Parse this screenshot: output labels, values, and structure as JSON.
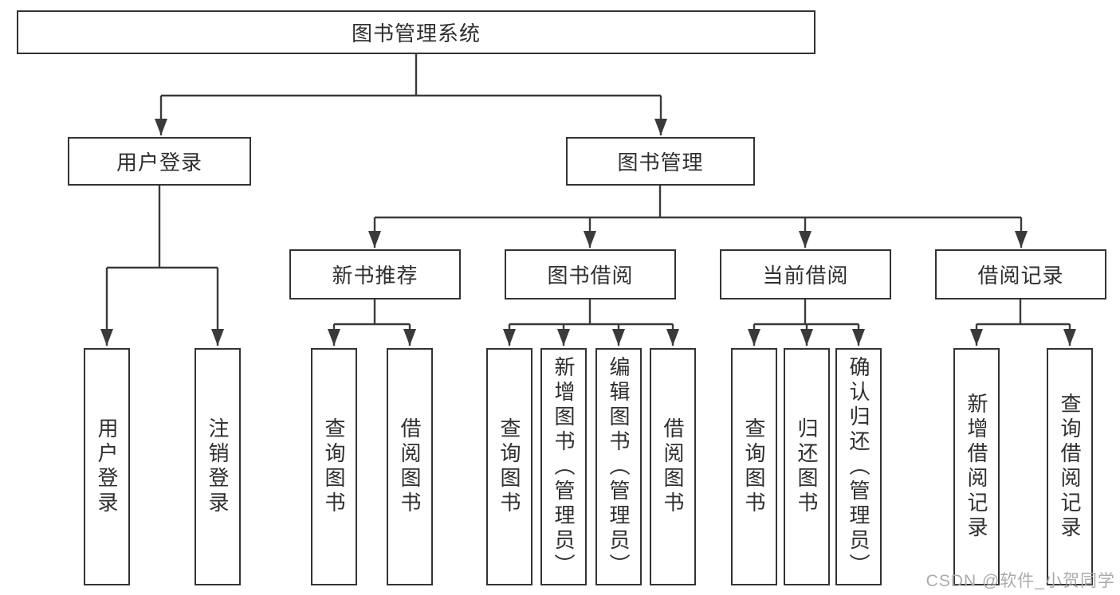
{
  "diagram": {
    "root": {
      "label": "图书管理系统"
    },
    "level2": [
      {
        "label": "用户登录"
      },
      {
        "label": "图书管理"
      }
    ],
    "level3": [
      {
        "label": "新书推荐"
      },
      {
        "label": "图书借阅"
      },
      {
        "label": "当前借阅"
      },
      {
        "label": "借阅记录"
      }
    ],
    "leaves": [
      {
        "parent": "用户登录",
        "label": "用户登录"
      },
      {
        "parent": "用户登录",
        "label": "注销登录"
      },
      {
        "parent": "新书推荐",
        "label": "查询图书"
      },
      {
        "parent": "新书推荐",
        "label": "借阅图书"
      },
      {
        "parent": "图书借阅",
        "label": "查询图书"
      },
      {
        "parent": "图书借阅",
        "label": "新增图书（管理员）"
      },
      {
        "parent": "图书借阅",
        "label": "编辑图书（管理员）"
      },
      {
        "parent": "图书借阅",
        "label": "借阅图书"
      },
      {
        "parent": "当前借阅",
        "label": "查询图书"
      },
      {
        "parent": "当前借阅",
        "label": "归还图书"
      },
      {
        "parent": "当前借阅",
        "label": "确认归还（管理员）"
      },
      {
        "parent": "借阅记录",
        "label": "新增借阅记录"
      },
      {
        "parent": "借阅记录",
        "label": "查询借阅记录"
      }
    ],
    "watermark": "CSDN @软件_小贺同学",
    "colors": {
      "line": "#3a3a3a",
      "box_border": "#333333",
      "text": "#2f2f2f",
      "background": "#ffffff",
      "watermark": "#ababab"
    }
  }
}
